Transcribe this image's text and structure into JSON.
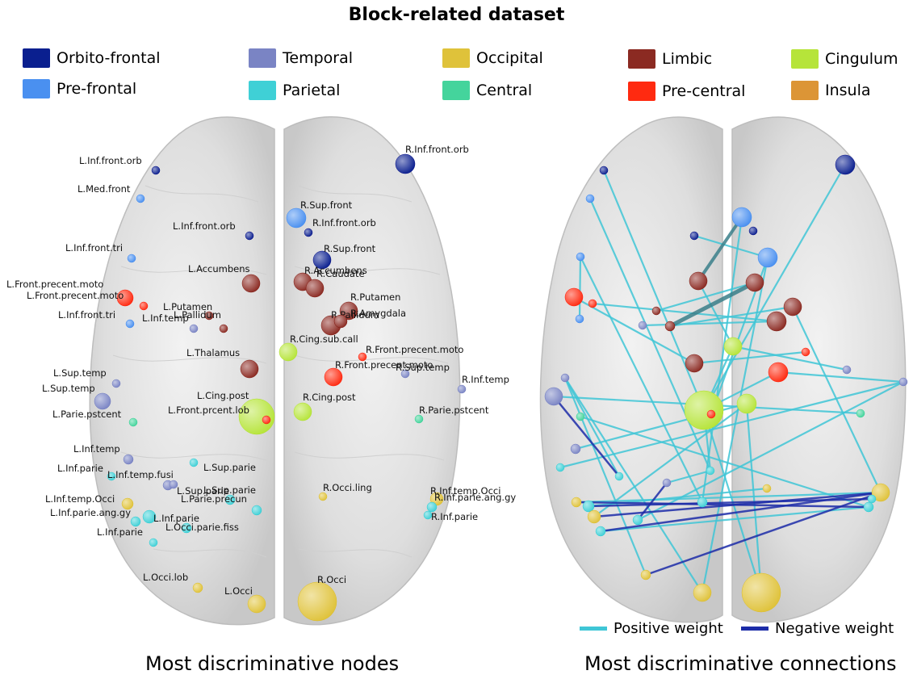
{
  "title": "Block-related dataset",
  "legend": [
    {
      "label": "Orbito-frontal",
      "color": "#0a1f8f"
    },
    {
      "label": "Pre-frontal",
      "color": "#4a90f0"
    },
    {
      "label": "Temporal",
      "color": "#7a84c4"
    },
    {
      "label": "Parietal",
      "color": "#3fd0d6"
    },
    {
      "label": "Occipital",
      "color": "#dfc23a"
    },
    {
      "label": "Central",
      "color": "#44d49c"
    },
    {
      "label": "Limbic",
      "color": "#8b2a22"
    },
    {
      "label": "Pre-central",
      "color": "#ff2a10"
    },
    {
      "label": "Cingulum",
      "color": "#b6e43a"
    },
    {
      "label": "Insula",
      "color": "#dc9536"
    }
  ],
  "weight_legend": {
    "positive": "Positive weight",
    "negative": "Negative weight",
    "positive_color": "#3fc6d6",
    "negative_color": "#1c2ca8"
  },
  "captions": {
    "left": "Most discriminative nodes",
    "right": "Most discriminative connections"
  },
  "nodes": [
    {
      "label": "L.Inf.front.orb",
      "group": "Orbito-frontal"
    },
    {
      "label": "L.Med.front",
      "group": "Pre-frontal"
    },
    {
      "label": "L.Inf.front.orb",
      "group": "Orbito-frontal"
    },
    {
      "label": "L.Inf.front.tri",
      "group": "Pre-frontal"
    },
    {
      "label": "L.Accumbens",
      "group": "Limbic"
    },
    {
      "label": "L.Front.precent.moto",
      "group": "Pre-central"
    },
    {
      "label": "L.Front.precent.moto",
      "group": "Pre-central"
    },
    {
      "label": "L.Putamen",
      "group": "Limbic"
    },
    {
      "label": "L.Inf.front.tri",
      "group": "Pre-frontal"
    },
    {
      "label": "L.Inf.temp",
      "group": "Temporal"
    },
    {
      "label": "L.Pallidum",
      "group": "Limbic"
    },
    {
      "label": "L.Thalamus",
      "group": "Limbic"
    },
    {
      "label": "L.Sup.temp",
      "group": "Temporal"
    },
    {
      "label": "L.Sup.temp",
      "group": "Temporal"
    },
    {
      "label": "L.Cing.post",
      "group": "Cingulum"
    },
    {
      "label": "L.Front.prcent.lob",
      "group": "Pre-central"
    },
    {
      "label": "L.Parie.pstcent",
      "group": "Central"
    },
    {
      "label": "L.Inf.temp",
      "group": "Temporal"
    },
    {
      "label": "L.Sup.parie",
      "group": "Parietal"
    },
    {
      "label": "L.Inf.parie",
      "group": "Parietal"
    },
    {
      "label": "L.Inf.temp.fusi",
      "group": "Temporal"
    },
    {
      "label": "L.Sup.parie",
      "group": "Parietal"
    },
    {
      "label": "L.Sup.parie",
      "group": "Temporal"
    },
    {
      "label": "L.Parie.precun",
      "group": "Parietal"
    },
    {
      "label": "L.Inf.temp.Occi",
      "group": "Occipital"
    },
    {
      "label": "L.Inf.parie.ang.gy",
      "group": "Parietal"
    },
    {
      "label": "L.Inf.parie",
      "group": "Parietal"
    },
    {
      "label": "L.Occi.parie.fiss",
      "group": "Parietal"
    },
    {
      "label": "L.Inf.parie",
      "group": "Parietal"
    },
    {
      "label": "L.Occi.lob",
      "group": "Occipital"
    },
    {
      "label": "L.Occi",
      "group": "Occipital"
    },
    {
      "label": "R.Inf.front.orb",
      "group": "Orbito-frontal"
    },
    {
      "label": "R.Sup.front",
      "group": "Pre-frontal"
    },
    {
      "label": "R.Inf.front.orb",
      "group": "Orbito-frontal"
    },
    {
      "label": "R.Sup.front",
      "group": "Orbito-frontal"
    },
    {
      "label": "R.Accumbens",
      "group": "Limbic"
    },
    {
      "label": "R.Caudate",
      "group": "Limbic"
    },
    {
      "label": "R.Putamen",
      "group": "Limbic"
    },
    {
      "label": "R.Pallidum",
      "group": "Limbic"
    },
    {
      "label": "R.Amygdala",
      "group": "Limbic"
    },
    {
      "label": "R.Cing.sub.call",
      "group": "Cingulum"
    },
    {
      "label": "R.Front.precent.moto",
      "group": "Pre-central"
    },
    {
      "label": "R.Front.precent.moto",
      "group": "Pre-central"
    },
    {
      "label": "R.Sup.temp",
      "group": "Temporal"
    },
    {
      "label": "R.Inf.temp",
      "group": "Temporal"
    },
    {
      "label": "R.Cing.post",
      "group": "Cingulum"
    },
    {
      "label": "R.Parie.pstcent",
      "group": "Central"
    },
    {
      "label": "R.Occi.ling",
      "group": "Occipital"
    },
    {
      "label": "R.Inf.temp.Occi",
      "group": "Occipital"
    },
    {
      "label": "R.Inf.parie.ang.gy",
      "group": "Parietal"
    },
    {
      "label": "R.Inf.parie",
      "group": "Parietal"
    },
    {
      "label": "R.Occi",
      "group": "Occipital"
    }
  ]
}
